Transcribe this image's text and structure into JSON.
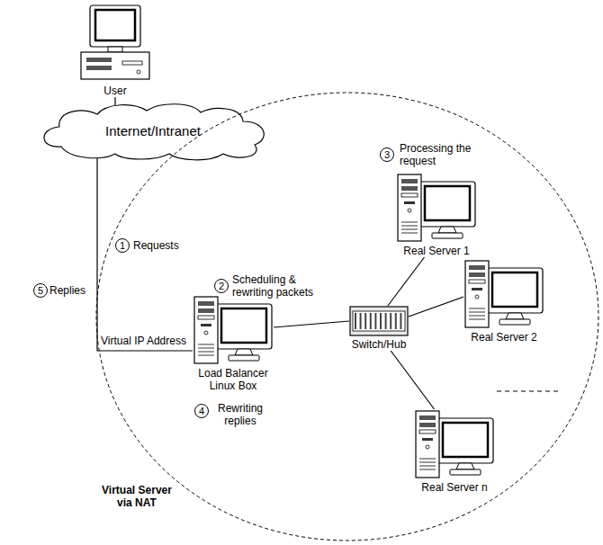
{
  "diagram": {
    "nodes": [
      {
        "text": [
          "User"
        ]
      },
      {
        "text": [
          "Internet/Intranet"
        ]
      },
      {
        "text": [
          "Virtual Server via NAT"
        ]
      },
      {
        "text": [
          "Real Server 1"
        ],
        "in": 2
      },
      {
        "text": [
          "Load Balancer Linux Box"
        ],
        "in": 2
      },
      {
        "text": [
          "Switch/Hub"
        ],
        "in": 2
      },
      {
        "text": [
          "Real Server 2"
        ],
        "in": 2
      },
      {
        "text": [
          "Real Server n"
        ],
        "in": 2
      }
    ],
    "edges": [
      {
        "from": 0,
        "to": 1,
        "arrow": "none"
      },
      {
        "from": 1,
        "to": 4,
        "arrow": "none"
      },
      {
        "from": 4,
        "to": 5,
        "arrow": "none"
      },
      {
        "from": 5,
        "to": 3,
        "arrow": "none"
      },
      {
        "from": 5,
        "to": 6,
        "arrow": "none"
      },
      {
        "from": 5,
        "to": 7,
        "arrow": "none"
      }
    ],
    "labels": [
      "1",
      "Requests",
      "2",
      "Scheduling & rewriting packets",
      "3",
      "Processing the request",
      "4",
      "Rewriting replies",
      "5",
      "Replies",
      "Virtual IP Address"
    ]
  }
}
